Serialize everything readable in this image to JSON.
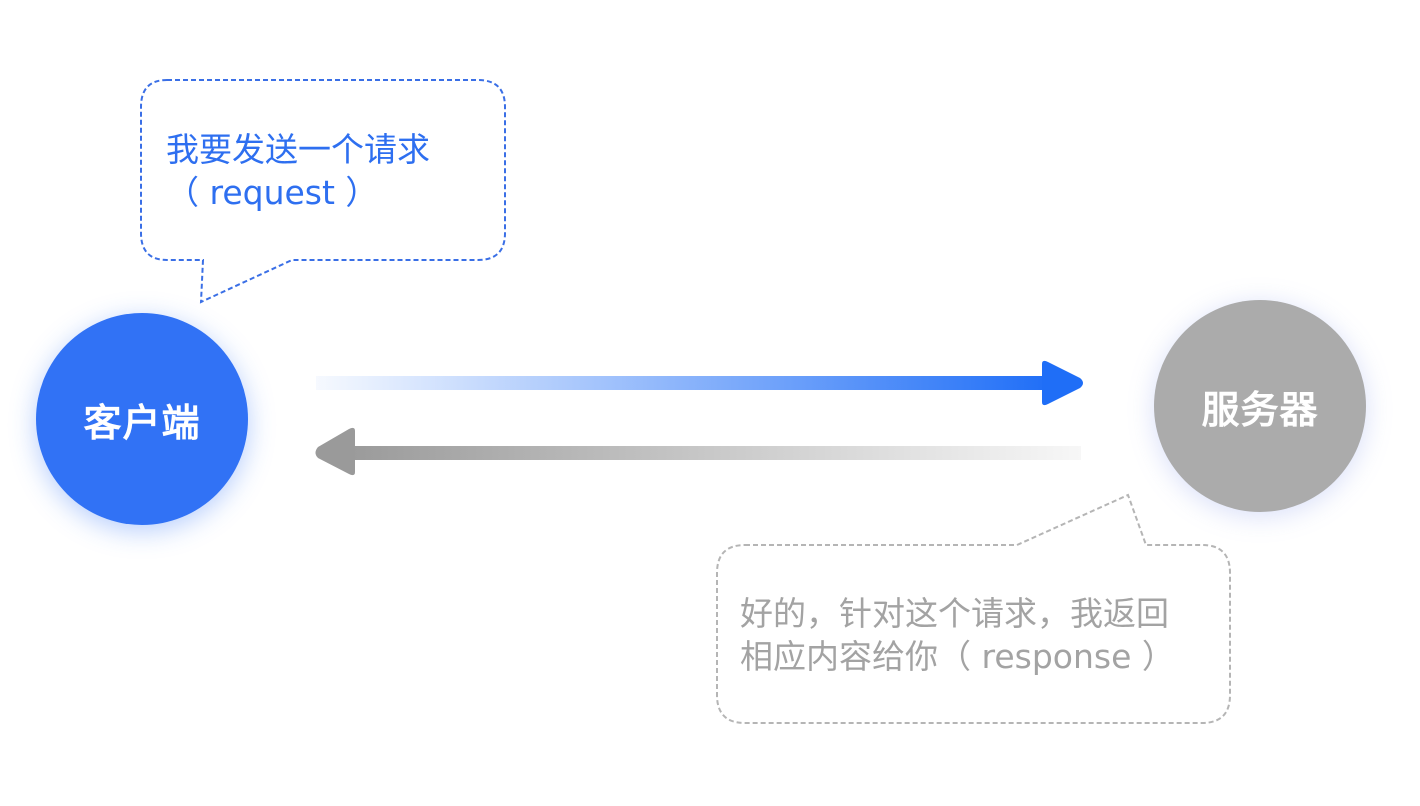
{
  "client": {
    "label": "客户端",
    "color": "#3172f5"
  },
  "server": {
    "label": "服务器",
    "color": "#ababab"
  },
  "request_bubble": {
    "line1": "我要发送一个请求",
    "line2": "（ request ）",
    "text_color": "#2e6ff0",
    "border_color": "#3a6fe6"
  },
  "response_bubble": {
    "line1": "好的，针对这个请求，我返回",
    "line2": "相应内容给你（ response ）",
    "text_color": "#a3a3a3",
    "border_color": "#b5b5b5"
  },
  "arrows": {
    "request_color": "#1f6ef7",
    "response_color": "#9a9a9a"
  }
}
